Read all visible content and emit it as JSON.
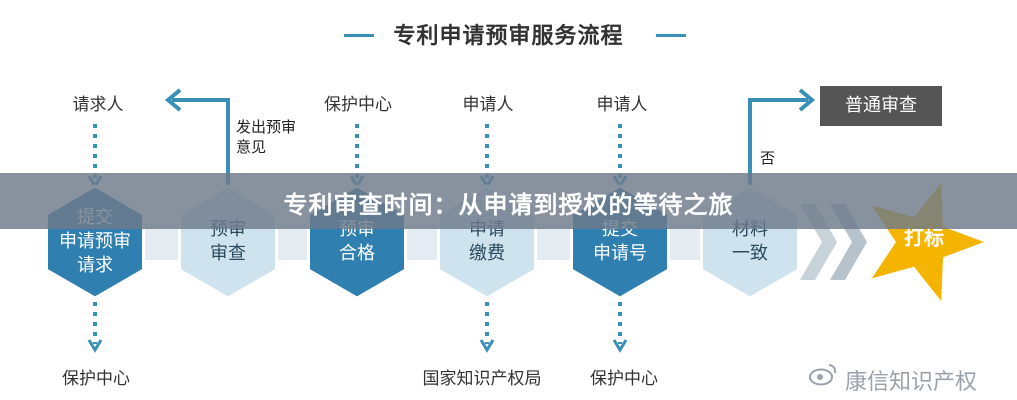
{
  "title": "专利申请预审服务流程",
  "top_labels": {
    "requester": "请求人",
    "center_1": "保护中心",
    "applicant_1": "申请人",
    "applicant_2": "申请人"
  },
  "feedback_label": [
    "发出预审",
    "意见"
  ],
  "no_label": "否",
  "normal_review": "普通审查",
  "steps": [
    {
      "lines": [
        "提交",
        "申请预审",
        "请求"
      ],
      "fill": "#2f7fb0",
      "text_color": "#ffffff"
    },
    {
      "lines": [
        "预审",
        "审查"
      ],
      "fill": "#cfe3ee",
      "text_color": "#2a4a5e"
    },
    {
      "lines": [
        "预审",
        "合格"
      ],
      "fill": "#2f7fb0",
      "text_color": "#ffffff"
    },
    {
      "lines": [
        "申请",
        "缴费"
      ],
      "fill": "#cfe3ee",
      "text_color": "#2a4a5e"
    },
    {
      "lines": [
        "提交",
        "申请号"
      ],
      "fill": "#2f7fb0",
      "text_color": "#ffffff"
    },
    {
      "lines": [
        "材料",
        "一致"
      ],
      "fill": "#cfe3ee",
      "text_color": "#2a4a5e"
    }
  ],
  "star_label": "打标",
  "bottom_labels": {
    "center_left": "保护中心",
    "office": "国家知识产权局",
    "center_right": "保护中心"
  },
  "banner": "专利审查时间：从申请到授权的等待之旅",
  "watermark": "康信知识产权",
  "colors": {
    "accent_blue": "#2f7fb0",
    "light_blue": "#cfe3ee",
    "arrow_blue": "#3a8fb7",
    "star_yellow": "#f4b400",
    "dark_box": "#555555"
  }
}
